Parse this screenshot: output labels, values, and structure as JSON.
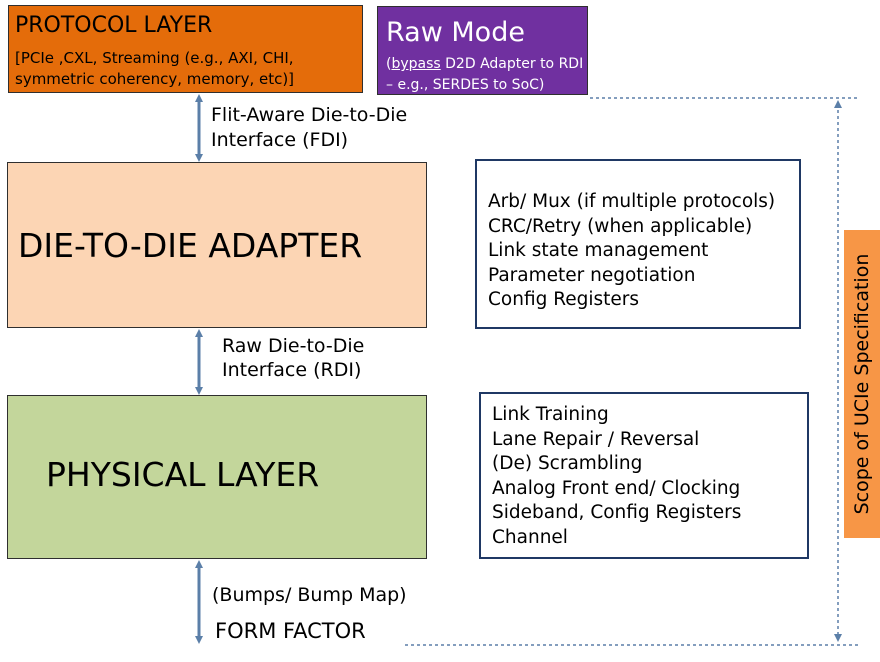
{
  "protocol_layer": {
    "title": "PROTOCOL LAYER",
    "subtitle": "[PCIe ,CXL, Streaming (e.g., AXI, CHI, symmetric coherency, memory, etc)]",
    "color": "#e46c0a"
  },
  "raw_mode": {
    "title": "Raw Mode",
    "desc_open": "(",
    "desc_link": "bypass",
    "desc_rest": " D2D Adapter to RDI – e.g., SERDES to SoC)",
    "color": "#7030a0"
  },
  "fdi_label": {
    "line1": "Flit-Aware Die-to-Die",
    "line2": "Interface (FDI)"
  },
  "d2d_adapter": {
    "title": "DIE-TO-DIE ADAPTER",
    "color": "#fcd5b4"
  },
  "adapter_functions": [
    "Arb/ Mux (if multiple protocols)",
    "CRC/Retry (when applicable)",
    "Link state management",
    "Parameter negotiation",
    "Config Registers"
  ],
  "rdi_label": {
    "line1": "Raw Die-to-Die",
    "line2": "Interface (RDI)"
  },
  "physical_layer": {
    "title": "PHYSICAL LAYER",
    "color": "#c3d69b"
  },
  "physical_functions": [
    "Link Training",
    "Lane Repair / Reversal",
    "(De) Scrambling",
    "Analog Front end/ Clocking",
    "Sideband, Config Registers",
    "Channel"
  ],
  "bump_label": "(Bumps/ Bump Map)",
  "form_factor_label": "FORM FACTOR",
  "scope_label": "Scope of UCIe Specification",
  "scope_color": "#f79646",
  "line_color": "#5b7fa8"
}
